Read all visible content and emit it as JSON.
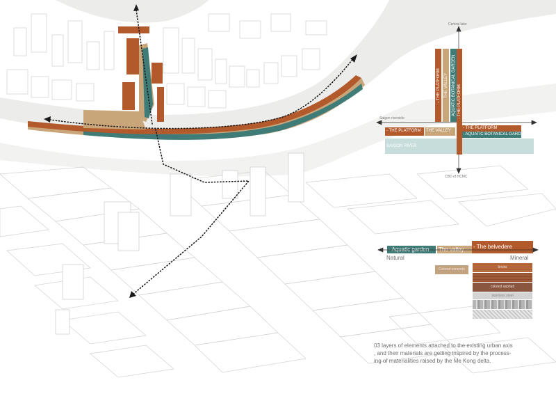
{
  "colors": {
    "rust": "#b35a2c",
    "teal": "#3f7c78",
    "tan": "#c9a57a",
    "teal_light": "#c7dddc",
    "river": "#e9e9e7",
    "line": "#cfcfcf"
  },
  "section": {
    "axis_top": "Central lake",
    "axis_bottom": "CBD of HCMC",
    "axis_left": "Saigon riverside",
    "horizontal_bands": [
      {
        "label": "- THE PLATFORM",
        "color": "rust"
      },
      {
        "label": "THE VALLEY",
        "color": "tan"
      },
      {
        "label": "- THE PLATFORM",
        "color": "rust"
      },
      {
        "label": "- AQUATIC BOTANICAL GARDEN",
        "color": "teal"
      },
      {
        "label": "SAIGON RIVER",
        "color": "teal_light"
      }
    ],
    "vertical_bands": [
      {
        "label": "- THE PLATFORM",
        "color": "rust"
      },
      {
        "label": "THE VALLEY",
        "color": "tan"
      },
      {
        "label": "AQUATIC BOTANICAL GARDEN",
        "color": "teal"
      },
      {
        "label": "- THE PLATFORM",
        "color": "rust"
      }
    ]
  },
  "gradient": {
    "layers": [
      {
        "label": "- Aquatic garden",
        "color": "teal"
      },
      {
        "label": "The valley",
        "color": "tan"
      },
      {
        "label": "- The  belvedere",
        "color": "rust"
      }
    ],
    "left_label": "Natural",
    "right_label": "Mineral",
    "materials": [
      {
        "label": "Colored concrete",
        "color": "#c2a27f"
      },
      {
        "label": "bricks",
        "color": "#b86a3d"
      },
      {
        "label": "",
        "color": "#9f5b38"
      },
      {
        "label": "colored asphalt",
        "color": "#8a5640"
      },
      {
        "label": "stainless steel",
        "color": "#cfcfcf"
      },
      {
        "label": "",
        "color": "#a9a9a9"
      },
      {
        "label": "",
        "color": "#c9c9c9"
      }
    ]
  },
  "caption": {
    "line1": "03 layers of elements attached to the existing urban axis",
    "line2": ", and their materials are getting inspired by the process-",
    "line3": "ing of materialities raised by the Me Kong delta."
  }
}
